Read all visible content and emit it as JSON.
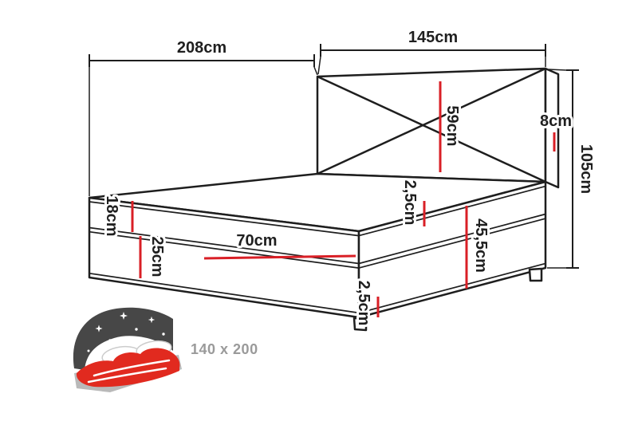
{
  "dims": {
    "length": "208cm",
    "width": "145cm",
    "headboard": "59cm",
    "headboard_side": "8cm",
    "height": "105cm",
    "mattress": "18cm",
    "piping_top": "2,5cm",
    "side": "45,5cm",
    "base": "25cm",
    "front": "70cm",
    "piping_bottom": "2,5cm"
  },
  "icon": {
    "size_label": "140 x 200"
  },
  "colors": {
    "outline": "#1e1e1e",
    "accent_red": "#d91f26",
    "icon_headboard": "#474747",
    "icon_duvet": "#e12a1f",
    "icon_base": "#b9b9b9",
    "size_label_gray": "#9a9a9a"
  }
}
